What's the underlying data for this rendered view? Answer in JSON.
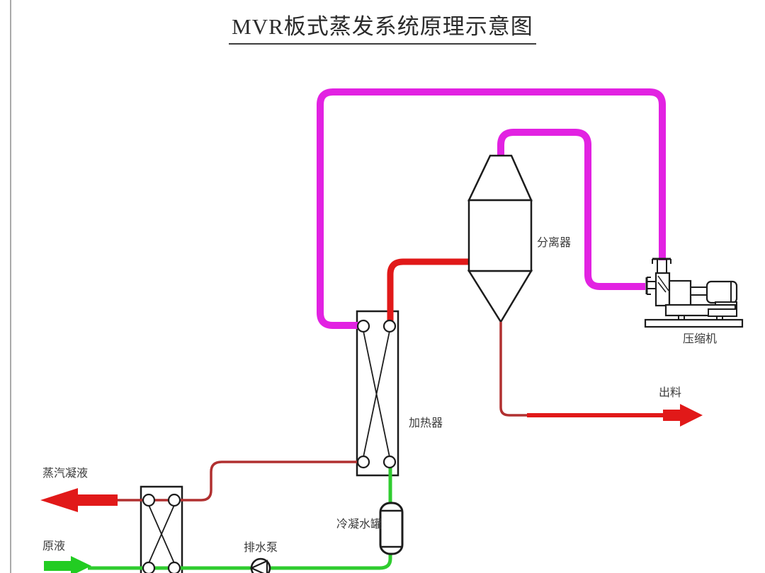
{
  "title": "MVR板式蒸发系统原理示意图",
  "colors": {
    "compressed_steam": "#e222e2",
    "steam": "#e11919",
    "condensate": "#b13030",
    "feed": "#2fcc2f",
    "feed_arrow": "#22cc22",
    "line": "#1c1c1c"
  },
  "components": {
    "separator": {
      "label": "分离器"
    },
    "heater": {
      "label": "加热器"
    },
    "compressor": {
      "label": "压缩机"
    },
    "condensate_tank": {
      "label": "冷凝水罐"
    },
    "drain_pump": {
      "label": "排水泵"
    }
  },
  "streams": {
    "discharge": {
      "label": "出料"
    },
    "steam_condensate": {
      "label": "蒸汽凝液"
    },
    "raw_liquid": {
      "label": "原液"
    }
  }
}
